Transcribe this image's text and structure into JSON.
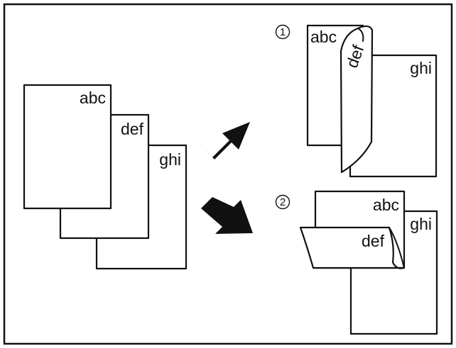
{
  "sheets": [
    "abc",
    "def",
    "ghi"
  ],
  "options": [
    {
      "marker": "1",
      "labels": [
        "abc",
        "def",
        "ghi"
      ]
    },
    {
      "marker": "2",
      "labels": [
        "abc",
        "def",
        "ghi"
      ]
    }
  ],
  "colors": {
    "ink": "#111111",
    "paper": "#ffffff"
  },
  "icons": {
    "arrow_up": "arrow-up-right-icon",
    "arrow_down": "arrow-down-right-icon"
  }
}
